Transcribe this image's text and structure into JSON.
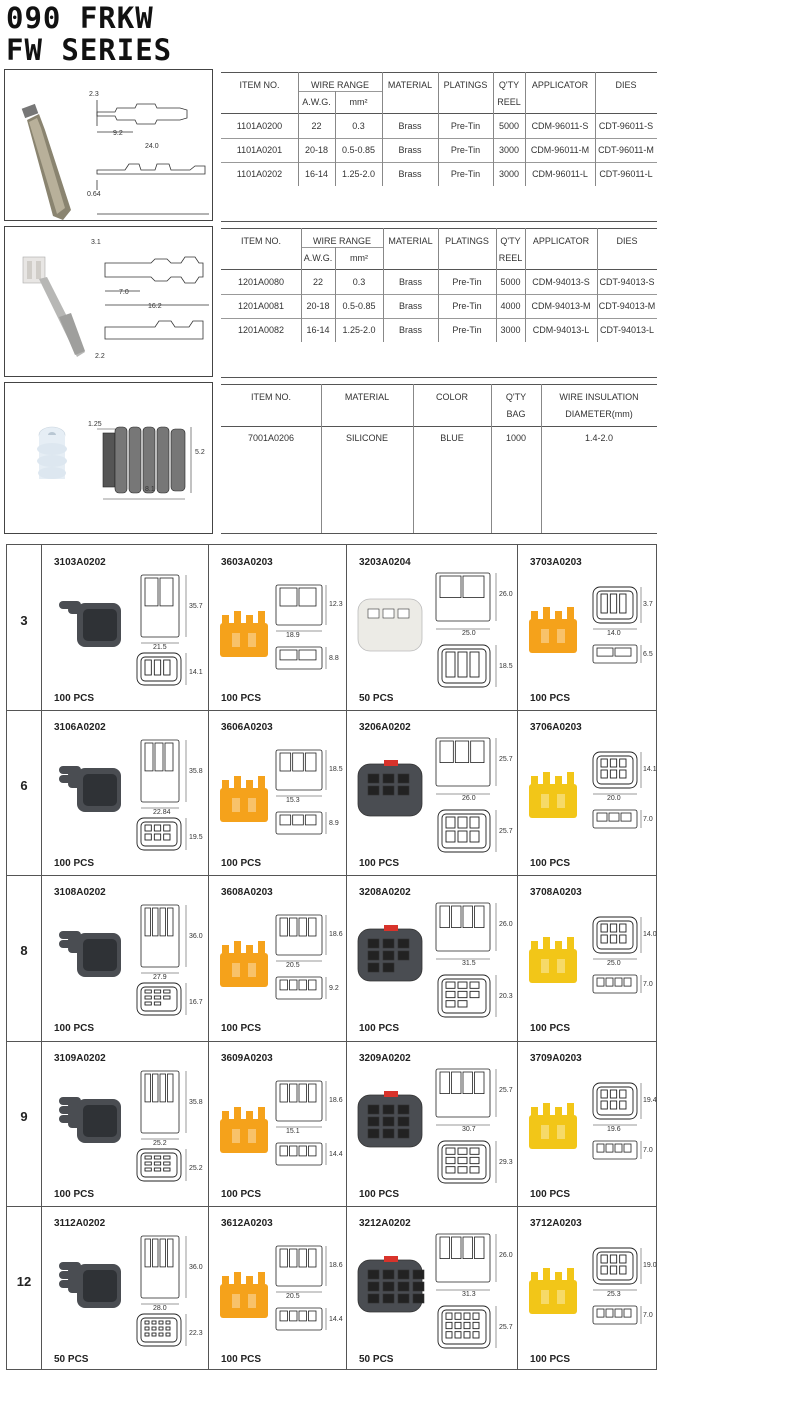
{
  "title": {
    "line1": "090 FRKW",
    "line2": "FW SERIES"
  },
  "colors": {
    "connector_gray": "#4a4d52",
    "connector_white": "#ecebe6",
    "lock_orange": "#f5a21b",
    "lock_yellow": "#f2c618",
    "seal_white": "#e6eef5",
    "terminal_metal": "#8a8470",
    "accent_red": "#d8332b"
  },
  "terminal1": {
    "headers": {
      "item_no": "ITEM NO.",
      "wire_range": "WIRE RANGE",
      "awg": "A.W.G.",
      "mm2": "mm²",
      "material": "MATERIAL",
      "platings": "PLATINGS",
      "qty1": "Q'TY",
      "qty2": "REEL",
      "applicator": "APPLICATOR",
      "dies": "DIES"
    },
    "dims": {
      "d1": "2.3",
      "d2": "9.2",
      "d3": "24.0",
      "d4": "0.64"
    },
    "rows": [
      {
        "item": "1101A0200",
        "awg": "22",
        "mm2": "0.3",
        "material": "Brass",
        "plating": "Pre-Tin",
        "qty": "5000",
        "applicator": "CDM-96011-S",
        "dies": "CDT-96011-S"
      },
      {
        "item": "1101A0201",
        "awg": "20-18",
        "mm2": "0.5-0.85",
        "material": "Brass",
        "plating": "Pre-Tin",
        "qty": "3000",
        "applicator": "CDM-96011-M",
        "dies": "CDT-96011-M"
      },
      {
        "item": "1101A0202",
        "awg": "16-14",
        "mm2": "1.25-2.0",
        "material": "Brass",
        "plating": "Pre-Tin",
        "qty": "3000",
        "applicator": "CDM-96011-L",
        "dies": "CDT-96011-L"
      }
    ]
  },
  "terminal2": {
    "headers": {
      "item_no": "ITEM NO.",
      "wire_range": "WIRE RANGE",
      "awg": "A.W.G.",
      "mm2": "mm²",
      "material": "MATERIAL",
      "platings": "PLATINGS",
      "qty1": "Q'TY",
      "qty2": "REEL",
      "applicator": "APPLICATOR",
      "dies": "DIES"
    },
    "dims": {
      "d1": "3.1",
      "d2": "7.0",
      "d3": "16.2",
      "d4": "2.2"
    },
    "rows": [
      {
        "item": "1201A0080",
        "awg": "22",
        "mm2": "0.3",
        "material": "Brass",
        "plating": "Pre-Tin",
        "qty": "5000",
        "applicator": "CDM-94013-S",
        "dies": "CDT-94013-S"
      },
      {
        "item": "1201A0081",
        "awg": "20-18",
        "mm2": "0.5-0.85",
        "material": "Brass",
        "plating": "Pre-Tin",
        "qty": "4000",
        "applicator": "CDM-94013-M",
        "dies": "CDT-94013-M"
      },
      {
        "item": "1201A0082",
        "awg": "16-14",
        "mm2": "1.25-2.0",
        "material": "Brass",
        "plating": "Pre-Tin",
        "qty": "3000",
        "applicator": "CDM-94013-L",
        "dies": "CDT-94013-L"
      }
    ]
  },
  "seal": {
    "headers": {
      "item_no": "ITEM NO.",
      "material": "MATERIAL",
      "color": "COLOR",
      "qty1": "Q'TY",
      "qty2": "BAG",
      "ins1": "WIRE INSULATION",
      "ins2": "DIAMETER(mm)"
    },
    "dims": {
      "d1": "1.25",
      "d2": "5.2",
      "d3": "8.1"
    },
    "row": {
      "item": "7001A0206",
      "material": "SILICONE",
      "color": "BLUE",
      "qty": "1000",
      "diameter": "1.4-2.0"
    }
  },
  "grid": [
    {
      "pins": "3",
      "cells": [
        {
          "code": "3103A0202",
          "qty": "100 PCS",
          "dims": [
            "35.7",
            "21.5",
            "14.1"
          ]
        },
        {
          "code": "3603A0203",
          "qty": "100 PCS",
          "dims": [
            "12.3",
            "18.9",
            "8.8"
          ]
        },
        {
          "code": "3203A0204",
          "qty": "50 PCS",
          "dims": [
            "26.0",
            "25.0",
            "18.5"
          ]
        },
        {
          "code": "3703A0203",
          "qty": "100 PCS",
          "dims": [
            "3.7",
            "14.0",
            "6.5"
          ]
        }
      ]
    },
    {
      "pins": "6",
      "cells": [
        {
          "code": "3106A0202",
          "qty": "100 PCS",
          "dims": [
            "35.8",
            "22.84",
            "19.5"
          ]
        },
        {
          "code": "3606A0203",
          "qty": "100 PCS",
          "dims": [
            "18.5",
            "15.3",
            "8.9"
          ]
        },
        {
          "code": "3206A0202",
          "qty": "100 PCS",
          "dims": [
            "25.7",
            "26.0",
            "25.7"
          ]
        },
        {
          "code": "3706A0203",
          "qty": "100 PCS",
          "dims": [
            "14.1",
            "20.0",
            "7.0"
          ]
        }
      ]
    },
    {
      "pins": "8",
      "cells": [
        {
          "code": "3108A0202",
          "qty": "100 PCS",
          "dims": [
            "36.0",
            "27.9",
            "16.7"
          ]
        },
        {
          "code": "3608A0203",
          "qty": "100 PCS",
          "dims": [
            "18.6",
            "20.5",
            "9.2"
          ]
        },
        {
          "code": "3208A0202",
          "qty": "100 PCS",
          "dims": [
            "26.0",
            "31.5",
            "20.3"
          ]
        },
        {
          "code": "3708A0203",
          "qty": "100 PCS",
          "dims": [
            "14.0",
            "25.0",
            "7.0"
          ]
        }
      ]
    },
    {
      "pins": "9",
      "cells": [
        {
          "code": "3109A0202",
          "qty": "100 PCS",
          "dims": [
            "35.8",
            "25.2",
            "25.2"
          ]
        },
        {
          "code": "3609A0203",
          "qty": "100 PCS",
          "dims": [
            "18.6",
            "15.1",
            "14.4"
          ]
        },
        {
          "code": "3209A0202",
          "qty": "100 PCS",
          "dims": [
            "25.7",
            "30.7",
            "29.3"
          ]
        },
        {
          "code": "3709A0203",
          "qty": "100 PCS",
          "dims": [
            "19.4",
            "19.6",
            "7.0"
          ]
        }
      ]
    },
    {
      "pins": "12",
      "cells": [
        {
          "code": "3112A0202",
          "qty": "50 PCS",
          "dims": [
            "36.0",
            "28.0",
            "22.3"
          ]
        },
        {
          "code": "3612A0203",
          "qty": "100 PCS",
          "dims": [
            "18.6",
            "20.5",
            "14.4"
          ]
        },
        {
          "code": "3212A0202",
          "qty": "50 PCS",
          "dims": [
            "26.0",
            "31.3",
            "25.7"
          ]
        },
        {
          "code": "3712A0203",
          "qty": "100 PCS",
          "dims": [
            "19.0",
            "25.3",
            "7.0"
          ]
        }
      ]
    }
  ]
}
